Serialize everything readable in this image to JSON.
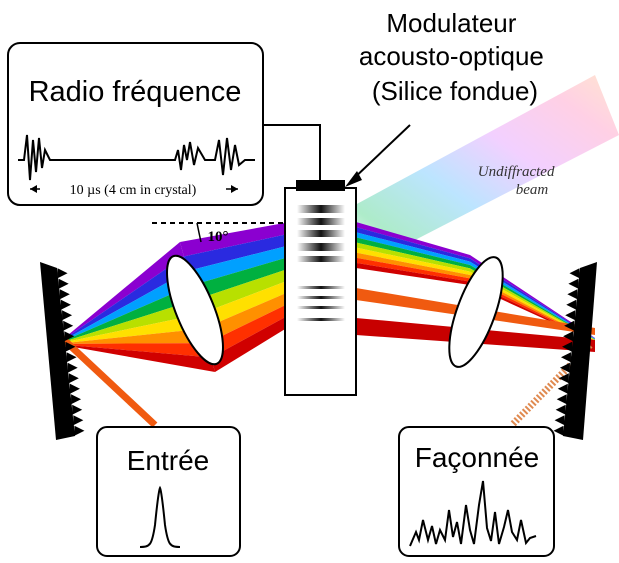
{
  "rf_box": {
    "title": "Radio fréquence",
    "duration_label": "10 µs (4 cm in crystal)"
  },
  "modulator": {
    "line1": "Modulateur",
    "line2": "acousto-optique",
    "line3": "(Silice fondue)"
  },
  "undiffracted": {
    "line1": "Undiffracted",
    "line2": "beam"
  },
  "angle_label": "10°",
  "input_box": {
    "title": "Entrée"
  },
  "output_box": {
    "title": "Façonnée"
  },
  "colors": {
    "spectrum": [
      "#8b00d0",
      "#2a2ae0",
      "#00a0ff",
      "#00b040",
      "#b8e000",
      "#ffe000",
      "#ff9000",
      "#ff3000",
      "#d00000"
    ],
    "input_beam": "#f05a10",
    "output_beam": "#e08a50"
  }
}
